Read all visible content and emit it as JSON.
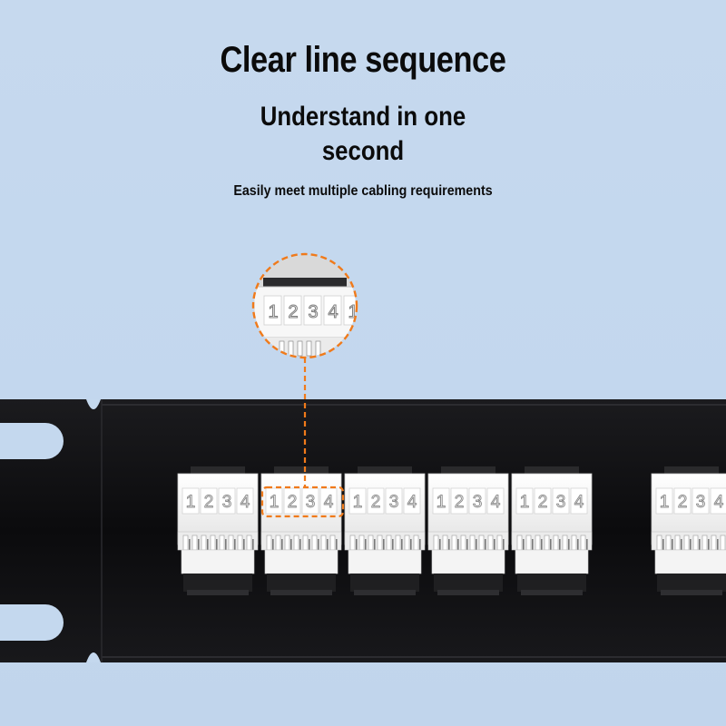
{
  "headline": {
    "title": "Clear line sequence",
    "subtitle_line1": "Understand in one",
    "subtitle_line2": "second",
    "tagline": "Easily meet multiple cabling requirements"
  },
  "product": {
    "pair_numbers": [
      "1",
      "2",
      "3",
      "4"
    ],
    "visible_module_count": 6
  },
  "colors": {
    "background": "#c4d8ee",
    "panel": "#0d0d0f",
    "module_white": "#f2f2f2",
    "callout_orange": "#f07a1a"
  }
}
